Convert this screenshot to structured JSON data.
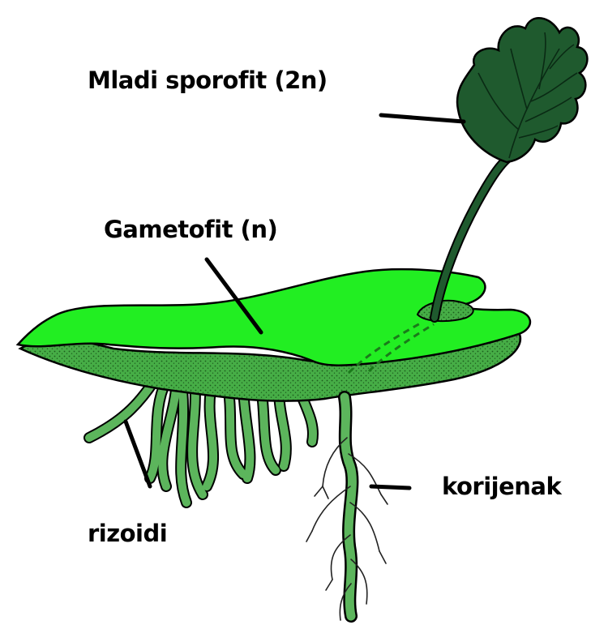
{
  "labels": {
    "sporophyte": "Mladi sporofit (2n)",
    "gametophyte": "Gametofit (n)",
    "root": "korijenak",
    "rhizoids": "rizoidi"
  },
  "colors": {
    "gametophyte_top": "#22ee22",
    "gametophyte_edge": "#44aa44",
    "leaf": "#1f5a2e",
    "rhizoid": "#55aa55",
    "outline": "#000000",
    "background": "#ffffff"
  }
}
